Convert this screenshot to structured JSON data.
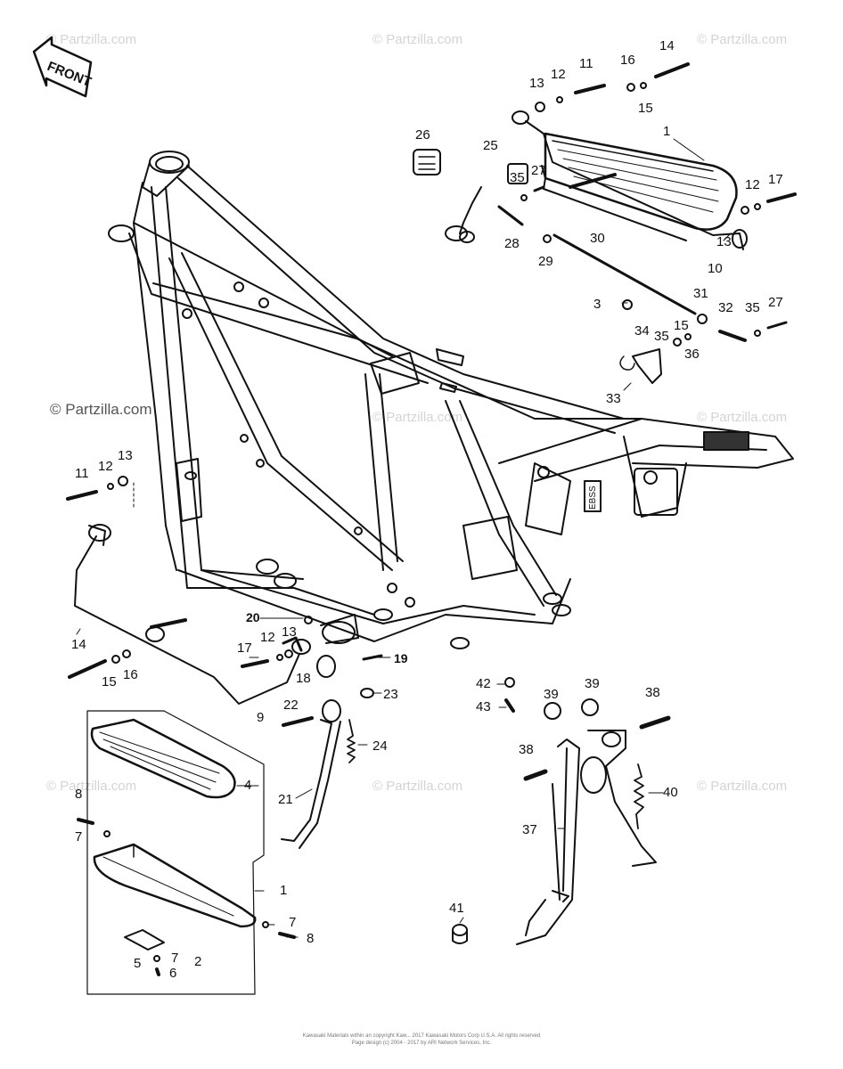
{
  "front_label": "FRONT",
  "stamp_label": "EBSS",
  "watermarks": {
    "left_prominent": "© Partzilla.com",
    "repeat": "© Partzilla.com"
  },
  "footer": {
    "line1": "Kawasaki Materials within an copyright Kaw... 2017 Kawasaki Motors Corp U.S.A. All rights reserved",
    "line2": "Page design (c) 2004 - 2017 by ARI Network Services, Inc."
  },
  "callouts": {
    "c1a": "1",
    "c1b": "1",
    "c2": "2",
    "c3": "3",
    "c4": "4",
    "c5": "5",
    "c6": "6",
    "c7a": "7",
    "c7b": "7",
    "c7c": "7",
    "c8a": "8",
    "c8b": "8",
    "c9": "9",
    "c10": "10",
    "c11a": "11",
    "c11b": "11",
    "c12a": "12",
    "c12b": "12",
    "c12c": "12",
    "c12d": "12",
    "c13a": "13",
    "c13b": "13",
    "c13c": "13",
    "c13d": "13",
    "c14a": "14",
    "c14b": "14",
    "c15a": "15",
    "c15b": "15",
    "c15c": "15",
    "c16a": "16",
    "c16b": "16",
    "c17a": "17",
    "c17b": "17",
    "c18": "18",
    "c19": "19",
    "c20": "20",
    "c21": "21",
    "c22": "22",
    "c23": "23",
    "c24": "24",
    "c25": "25",
    "c26": "26",
    "c27a": "27",
    "c27b": "27",
    "c28": "28",
    "c29": "29",
    "c30": "30",
    "c31": "31",
    "c32": "32",
    "c33": "33",
    "c34": "34",
    "c35a": "35",
    "c35b": "35",
    "c35c": "35",
    "c36": "36",
    "c37": "37",
    "c38a": "38",
    "c38b": "38",
    "c39a": "39",
    "c39b": "39",
    "c40": "40",
    "c41": "41",
    "c42": "42",
    "c43": "43"
  }
}
